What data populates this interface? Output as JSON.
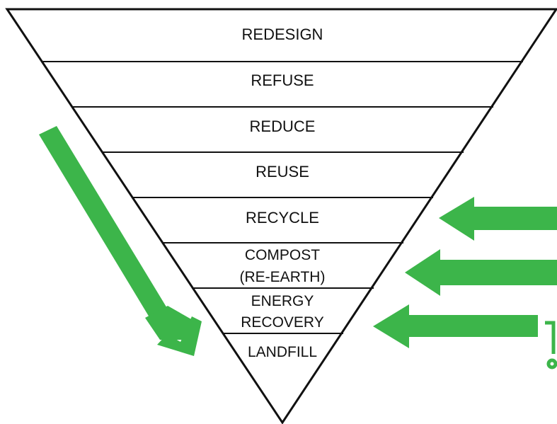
{
  "levels": [
    {
      "lines": [
        "REDESIGN"
      ]
    },
    {
      "lines": [
        "REFUSE"
      ]
    },
    {
      "lines": [
        "REDUCE"
      ]
    },
    {
      "lines": [
        "REUSE"
      ]
    },
    {
      "lines": [
        "RECYCLE"
      ]
    },
    {
      "lines": [
        "COMPOST",
        "(RE-EARTH)"
      ]
    },
    {
      "lines": [
        "ENERGY",
        "RECOVERY"
      ]
    },
    {
      "lines": [
        "LANDFILL"
      ]
    }
  ],
  "colors": {
    "arrow": "#3cb54a",
    "outline": "#111111",
    "background": "#ffffff"
  },
  "icons": [
    "down-right-arrow-icon",
    "left-arrow-icon",
    "cart-icon"
  ]
}
